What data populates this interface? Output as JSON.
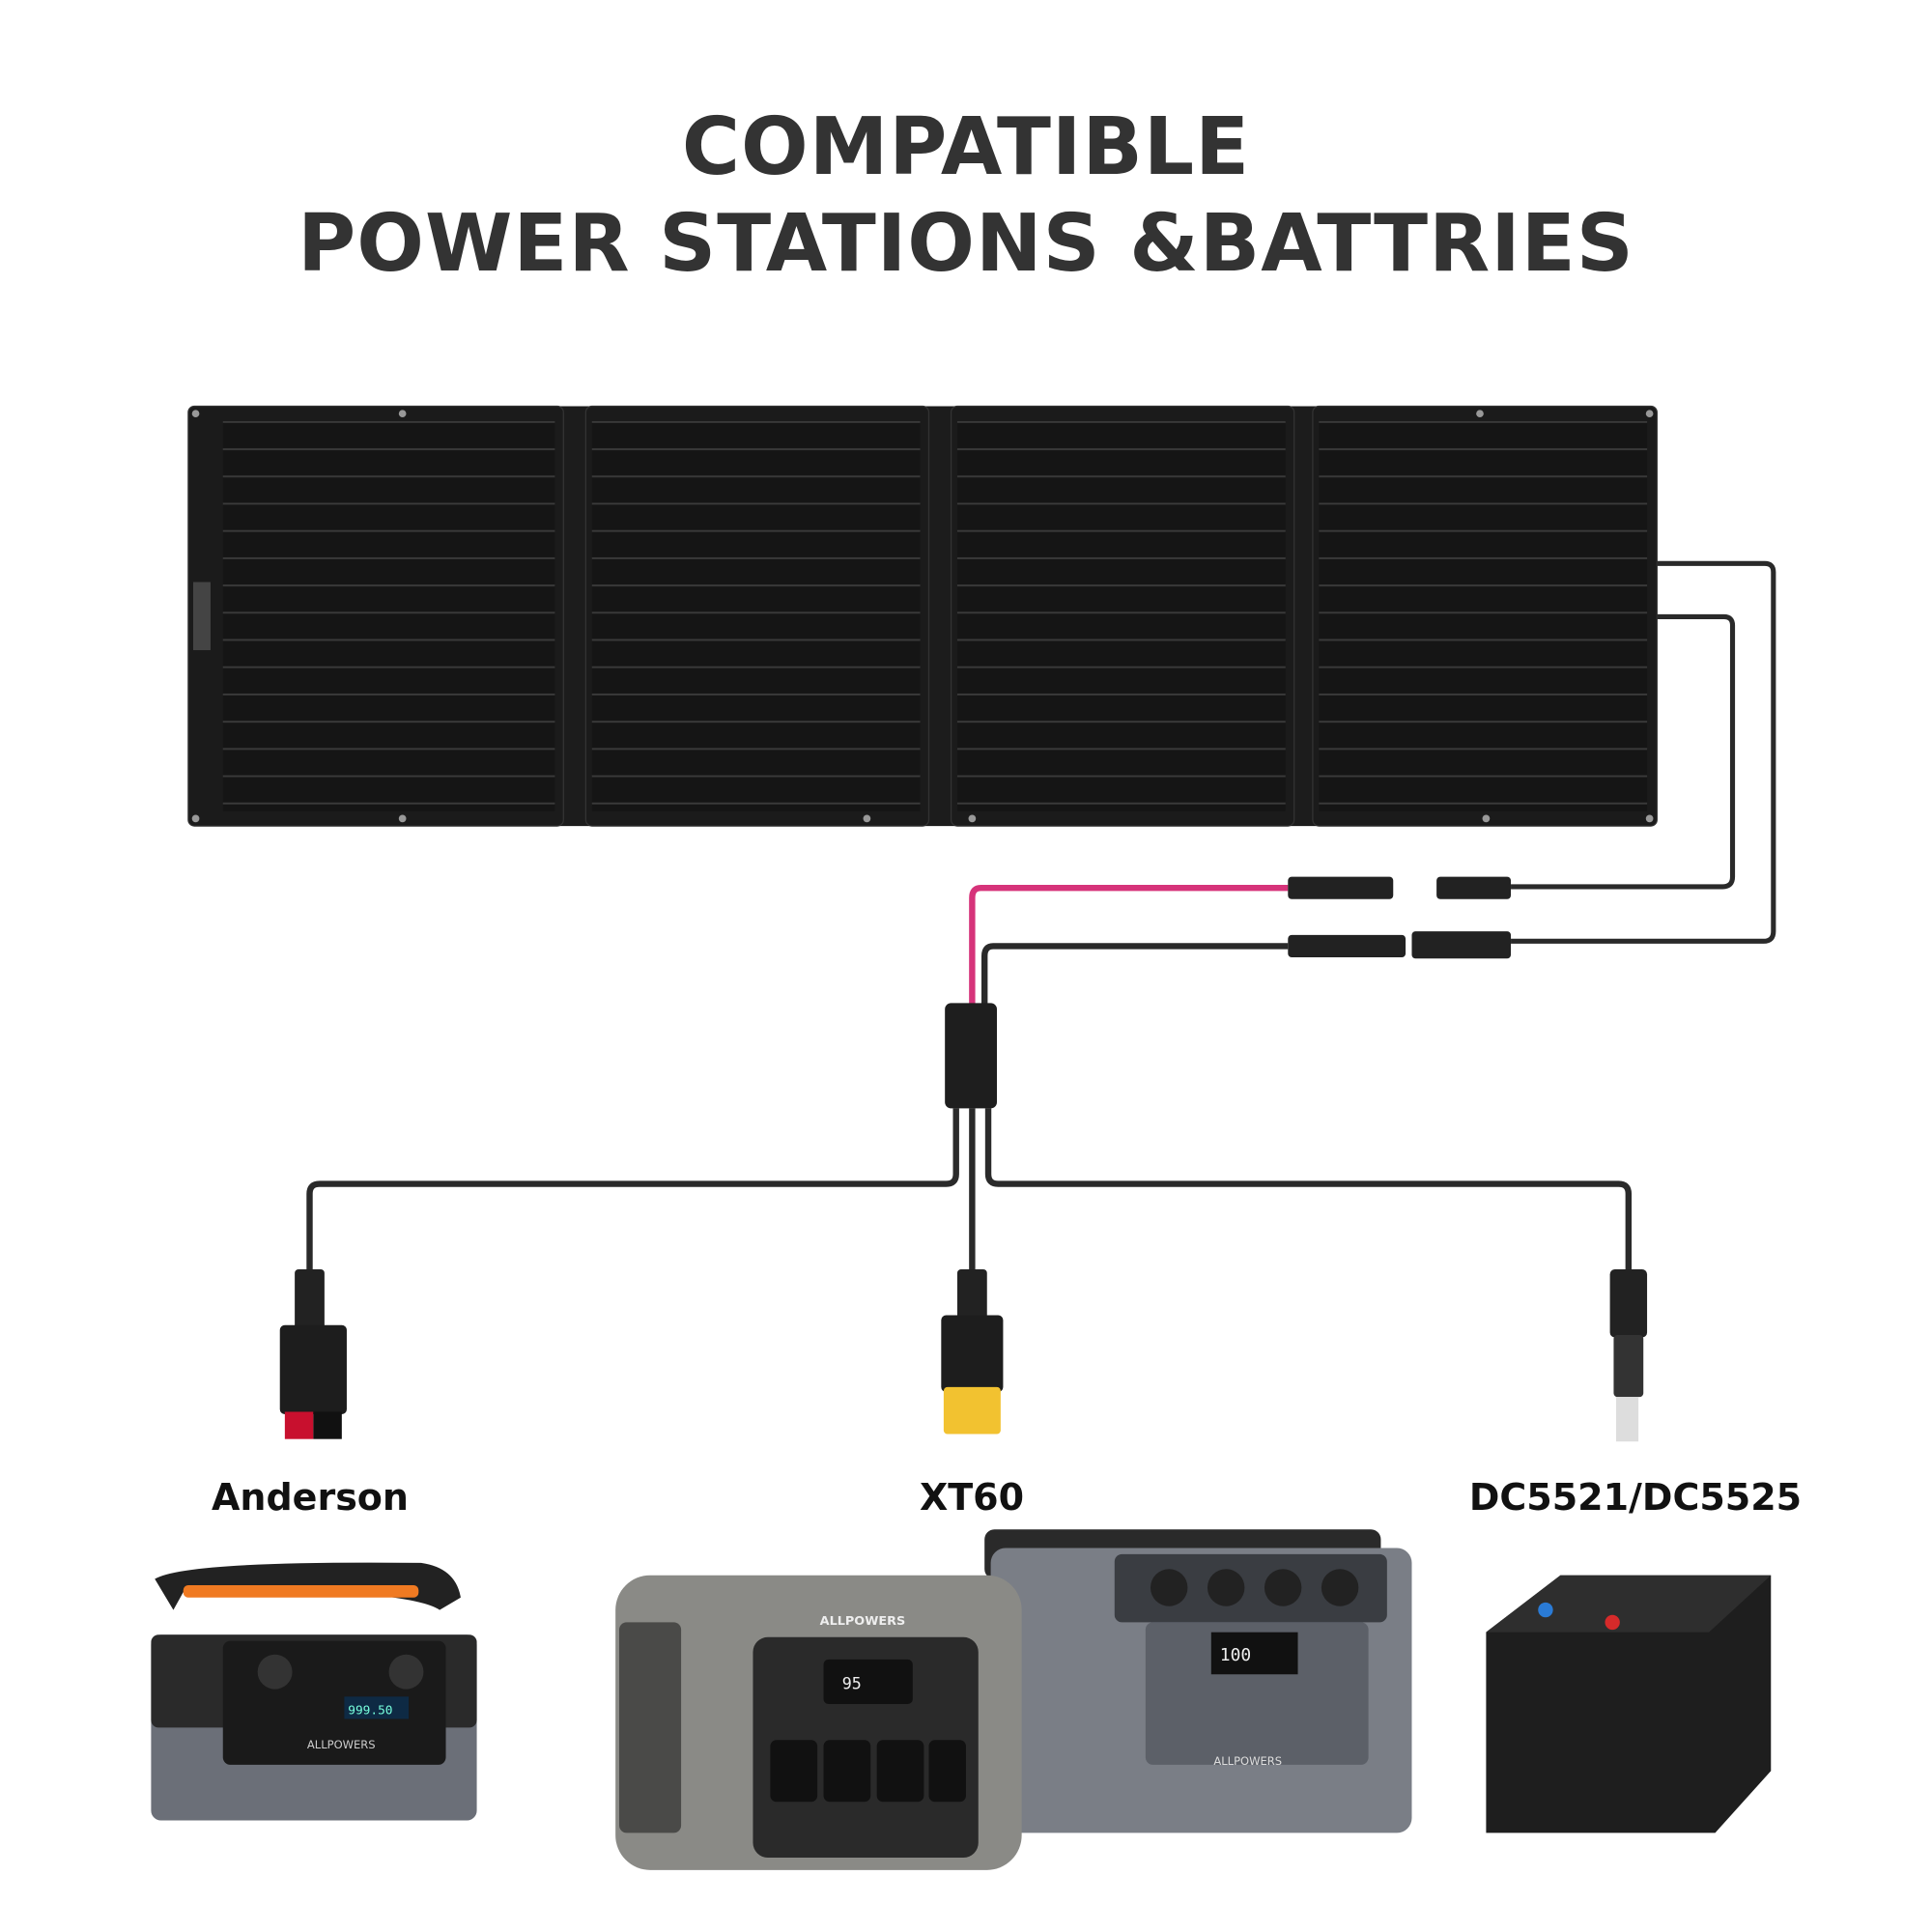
{
  "header": {
    "title_line1": "COMPATIBLE",
    "title_line2": "POWER STATIONS &BATTRIES"
  },
  "connectors": [
    {
      "label": "Anderson",
      "color": "#c8102e"
    },
    {
      "label": "XT60",
      "color": "#f2c230"
    },
    {
      "label": "DC5521/DC5525",
      "color": "#d8d8d8"
    }
  ],
  "devices": {
    "brand_logo": "ALLPOWERS",
    "station_small_display": "999.50",
    "station_rts_display": "95",
    "station_large_display": "100"
  },
  "colors": {
    "panel": "#1a1a1a",
    "cable_positive": "#d6337a",
    "cable_negative": "#2a2a2a",
    "title": "#333333"
  }
}
